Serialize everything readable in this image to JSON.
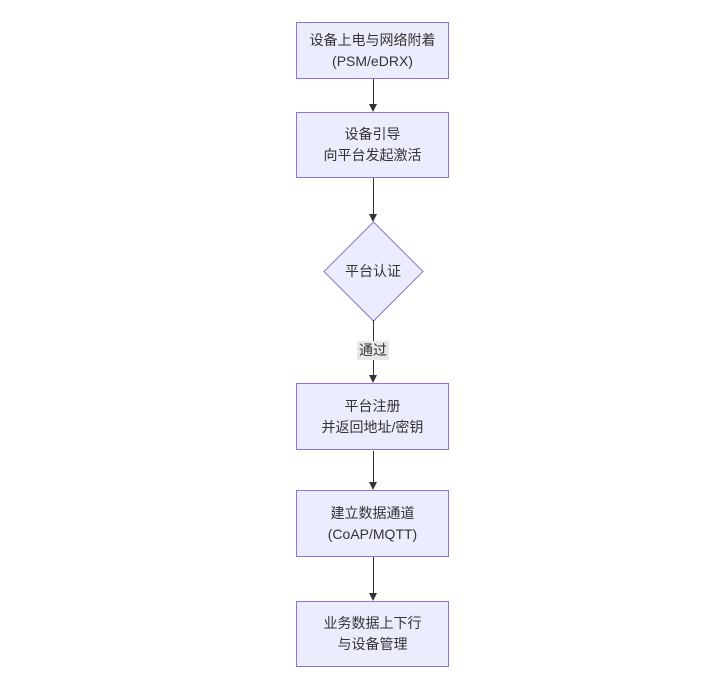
{
  "diagram": {
    "type": "flowchart",
    "direction": "top-down",
    "nodes": [
      {
        "id": "n1",
        "shape": "rect",
        "label": "设备上电与网络附着\n(PSM/eDRX)"
      },
      {
        "id": "n2",
        "shape": "rect",
        "label": "设备引导\n向平台发起激活"
      },
      {
        "id": "d1",
        "shape": "diamond",
        "label": "平台认证"
      },
      {
        "id": "n3",
        "shape": "rect",
        "label": "平台注册\n并返回地址/密钥"
      },
      {
        "id": "n4",
        "shape": "rect",
        "label": "建立数据通道\n(CoAP/MQTT)"
      },
      {
        "id": "n5",
        "shape": "rect",
        "label": "业务数据上下行\n与设备管理"
      }
    ],
    "edges": [
      {
        "from": "n1",
        "to": "n2",
        "label": ""
      },
      {
        "from": "n2",
        "to": "d1",
        "label": ""
      },
      {
        "from": "d1",
        "to": "n3",
        "label": "通过"
      },
      {
        "from": "n3",
        "to": "n4",
        "label": ""
      },
      {
        "from": "n4",
        "to": "n5",
        "label": ""
      }
    ],
    "colors": {
      "node_fill": "#ECECFF",
      "node_border": "#9370DB",
      "arrow": "#333333",
      "text": "#333333",
      "edge_label_bg": "#e8e8e8",
      "background": "#ffffff"
    }
  }
}
